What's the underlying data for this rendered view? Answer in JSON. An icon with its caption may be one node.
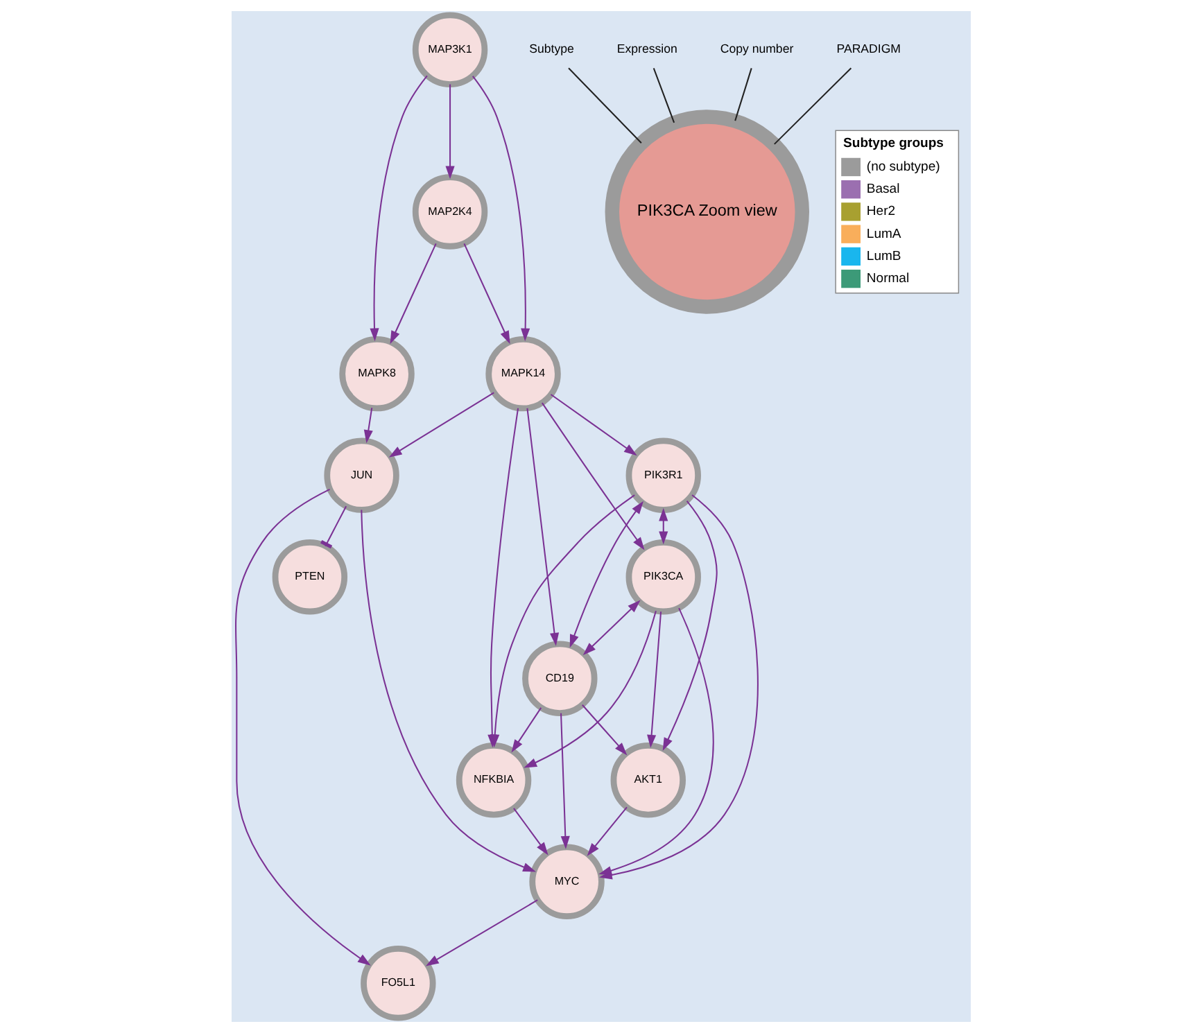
{
  "diagram": {
    "nodes": [
      {
        "text": [
          "MAP3K1"
        ]
      },
      {
        "text": [
          "MAP2K4"
        ]
      },
      {
        "text": [
          "MAPK14"
        ]
      },
      {
        "text": [
          "MAPK8"
        ]
      },
      {
        "text": [
          "PTEN"
        ]
      },
      {
        "text": [
          "PIK3R1"
        ]
      },
      {
        "text": [
          "NFKBIA"
        ]
      },
      {
        "text": [
          "JUN"
        ]
      },
      {
        "text": [
          "FO5L1"
        ]
      },
      {
        "text": [
          "PIK3CA"
        ]
      },
      {
        "text": [
          "AKT1"
        ]
      },
      {
        "text": [
          "CD19"
        ]
      },
      {
        "text": [
          "MYC"
        ]
      },
      {
        "text": [
          "PIK3CA Zoom view"
        ]
      },
      {
        "text": [
          "Subtype"
        ]
      },
      {
        "text": [
          "Expression"
        ]
      },
      {
        "text": [
          "Copy number"
        ]
      },
      {
        "text": [
          "PARADIGM"
        ]
      }
    ],
    "edges": [
      {
        "from": 0,
        "to": 1,
        "arrow": "to"
      },
      {
        "from": 0,
        "to": 2,
        "arrow": "to"
      },
      {
        "from": 0,
        "to": 3,
        "arrow": "to"
      },
      {
        "from": 1,
        "to": 2,
        "arrow": "to"
      },
      {
        "from": 1,
        "to": 3,
        "arrow": "to"
      },
      {
        "from": 2,
        "to": 5,
        "arrow": "to"
      },
      {
        "from": 2,
        "to": 9,
        "arrow": "to"
      },
      {
        "from": 2,
        "to": 11,
        "arrow": "to"
      },
      {
        "from": 2,
        "to": 6,
        "arrow": "to"
      },
      {
        "from": 2,
        "to": 7,
        "arrow": "to"
      },
      {
        "from": 3,
        "to": 7,
        "arrow": "to"
      },
      {
        "from": 7,
        "to": 4,
        "arrow": "other"
      },
      {
        "from": 7,
        "to": 8,
        "arrow": "to"
      },
      {
        "from": 7,
        "to": 12,
        "arrow": "to"
      },
      {
        "from": 5,
        "to": 6,
        "arrow": "to"
      },
      {
        "from": 5,
        "to": 9,
        "arrow": "both"
      },
      {
        "from": 5,
        "to": 10,
        "arrow": "to"
      },
      {
        "from": 5,
        "to": 12,
        "arrow": "to"
      },
      {
        "from": 5,
        "to": 11,
        "arrow": "both"
      },
      {
        "from": 9,
        "to": 6,
        "arrow": "to"
      },
      {
        "from": 9,
        "to": 10,
        "arrow": "to"
      },
      {
        "from": 9,
        "to": 11,
        "arrow": "both"
      },
      {
        "from": 9,
        "to": 12,
        "arrow": "to"
      },
      {
        "from": 11,
        "to": 6,
        "arrow": "to"
      },
      {
        "from": 11,
        "to": 10,
        "arrow": "to"
      },
      {
        "from": 11,
        "to": 12,
        "arrow": "to"
      },
      {
        "from": 6,
        "to": 12,
        "arrow": "to"
      },
      {
        "from": 10,
        "to": 12,
        "arrow": "to"
      },
      {
        "from": 12,
        "to": 8,
        "arrow": "to"
      },
      {
        "from": 14,
        "to": 13,
        "arrow": "none",
        "color": "#222222"
      },
      {
        "from": 15,
        "to": 13,
        "arrow": "none",
        "color": "#222222"
      },
      {
        "from": 16,
        "to": 13,
        "arrow": "none",
        "color": "#222222"
      },
      {
        "from": 17,
        "to": 13,
        "arrow": "none",
        "color": "#222222"
      }
    ],
    "labels": [
      "Subtype groups"
    ],
    "legend": [
      {
        "text": "(no subtype)",
        "color": "#9b9b9b"
      },
      {
        "text": "Basal",
        "color": "#9b6fb0"
      },
      {
        "text": "Her2",
        "color": "#a8a030"
      },
      {
        "text": "LumA",
        "color": "#f9ae5b"
      },
      {
        "text": "LumB",
        "color": "#19b6ee"
      },
      {
        "text": "Normal",
        "color": "#3c9a78"
      }
    ]
  }
}
